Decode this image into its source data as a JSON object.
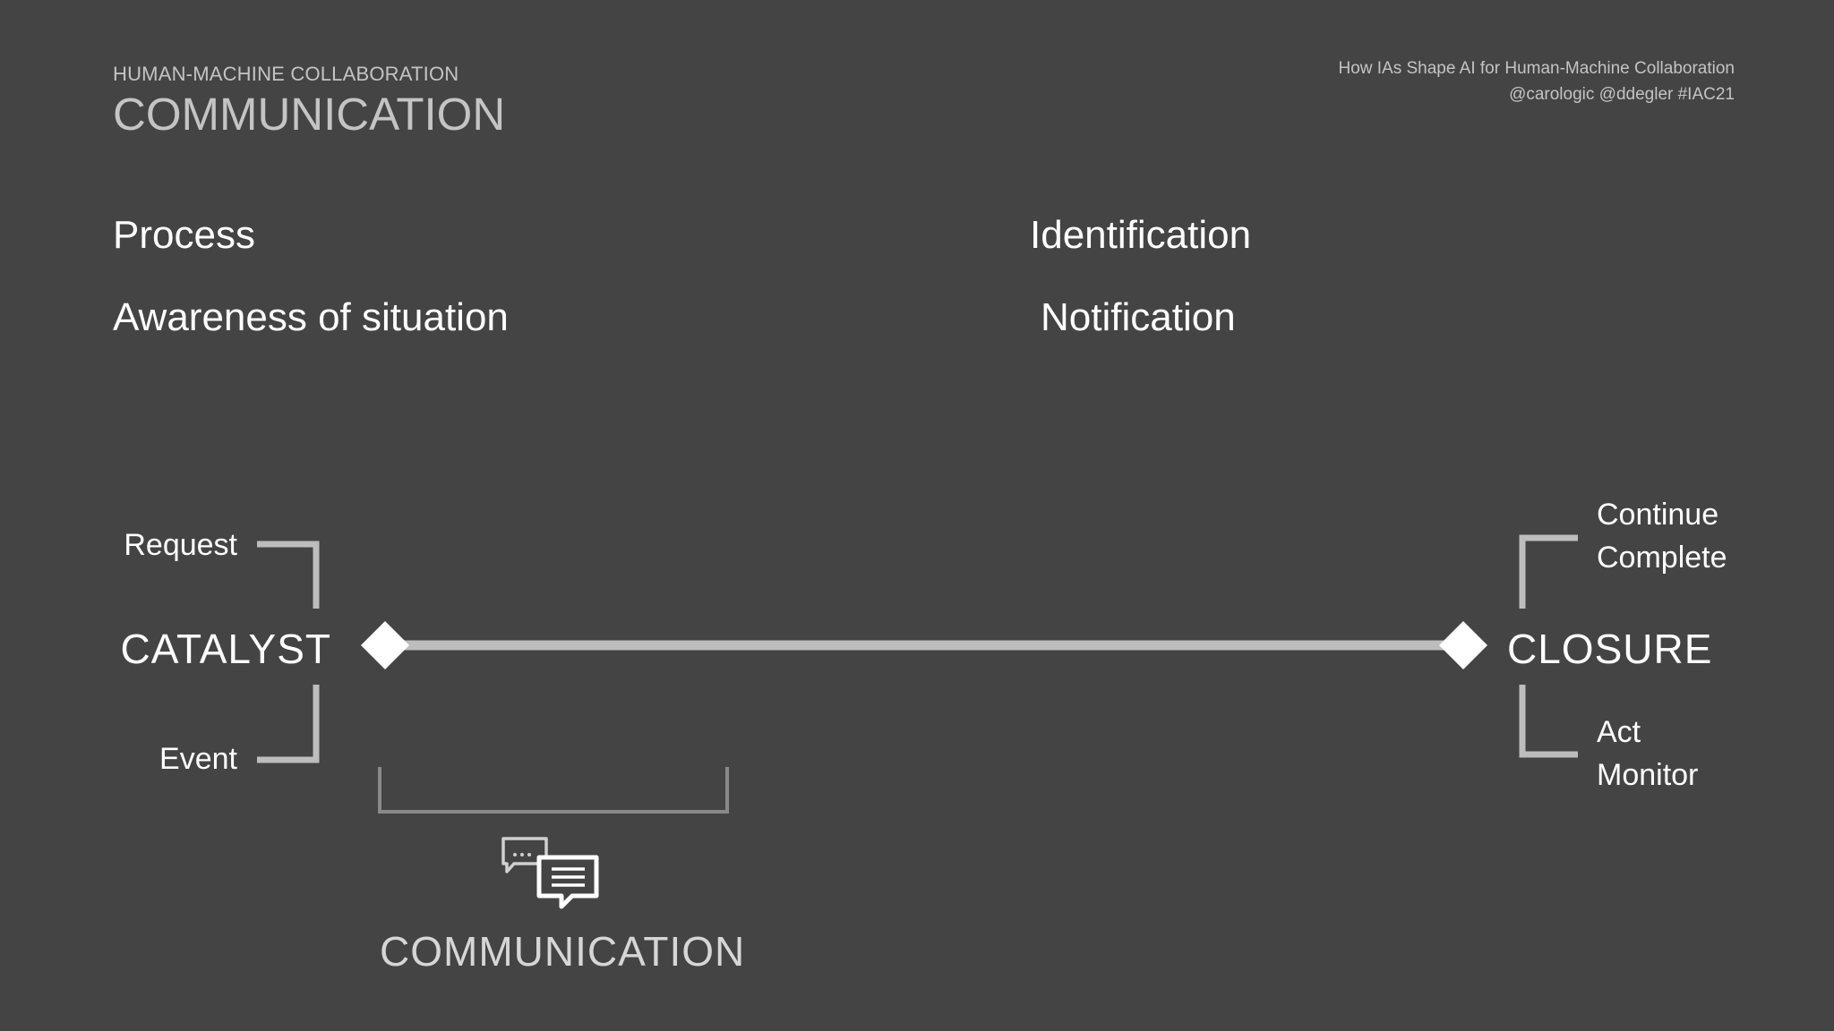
{
  "header": {
    "kicker": "HUMAN-MACHINE COLLABORATION",
    "title": "COMMUNICATION",
    "talk_title": "How IAs Shape AI for Human-Machine Collaboration",
    "talk_handles": "@carologic  @ddegler  #IAC21"
  },
  "left_column": {
    "line1": "Process",
    "line2": "Awareness of situation"
  },
  "right_column": {
    "line1": "Identification",
    "line2": "Notification"
  },
  "timeline": {
    "start_label": "CATALYST",
    "start_top_branch": "Request",
    "start_bottom_branch": "Event",
    "end_label": "CLOSURE",
    "end_top_branch_1": "Continue",
    "end_top_branch_2": "Complete",
    "end_bottom_branch_1": "Act",
    "end_bottom_branch_2": "Monitor",
    "span_label": "COMMUNICATION",
    "span_icon": "chat-bubbles-icon"
  },
  "colors": {
    "background": "#444444",
    "line": "#bdbdbd",
    "bracket": "#8a8a8a",
    "text": "#ffffff",
    "muted_text": "#c4c4c4"
  }
}
